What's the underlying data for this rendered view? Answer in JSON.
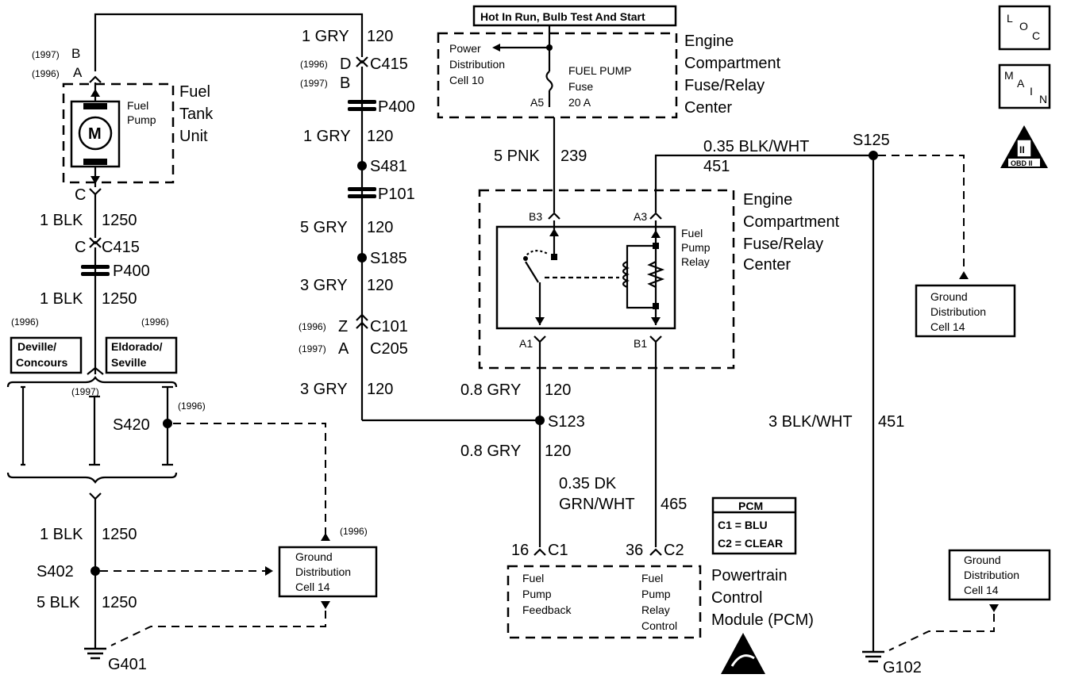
{
  "labels": {
    "hot_in_run": "Hot In Run, Bulb Test And Start",
    "power_dist_1": "Power",
    "power_dist_2": "Distribution",
    "power_dist_3": "Cell 10",
    "fuse_1": "FUEL PUMP",
    "fuse_2": "Fuse",
    "fuse_3": "20 A",
    "fuse_pin": "A5",
    "ecf_top_1": "Engine",
    "ecf_top_2": "Compartment",
    "ecf_top_3": "Fuse/Relay",
    "ecf_top_4": "Center",
    "ecf_mid_1": "Engine",
    "ecf_mid_2": "Compartment",
    "ecf_mid_3": "Fuse/Relay",
    "ecf_mid_4": "Center",
    "loc_l": "L",
    "loc_o": "O",
    "loc_c": "C",
    "main_m": "M",
    "main_a": "A",
    "main_i": "I",
    "main_n": "N",
    "obd_num": "II",
    "obd_txt": "OBD II",
    "yr1997_b": "(1997)",
    "pin_b_top": "B",
    "yr1996_a": "(1996)",
    "pin_a_top": "A",
    "fuel_pump_1": "Fuel",
    "fuel_pump_2": "Pump",
    "motor": "M",
    "ftu_1": "Fuel",
    "ftu_2": "Tank",
    "ftu_3": "Unit",
    "pin_c": "C",
    "w_1blk_1250_a": "1 BLK",
    "c_1250_a": "1250",
    "c_c415_pin": "C",
    "c_c415": "C415",
    "p400_l": "P400",
    "w_1blk_1250_b": "1 BLK",
    "c_1250_b": "1250",
    "yr1996_l": "(1996)",
    "yr1996_r": "(1996)",
    "deville_1": "Deville/",
    "deville_2": "Concours",
    "eldorado_1": "Eldorado/",
    "eldorado_2": "Seville",
    "yr1997_mid": "(1997)",
    "s420": "S420",
    "yr1996_s420": "(1996)",
    "w_1blk_1250_c": "1 BLK",
    "c_1250_c": "1250",
    "s402": "S402",
    "w_5blk_1250": "5 BLK",
    "c_1250_d": "1250",
    "g401": "G401",
    "gd_l_1": "Ground",
    "gd_l_2": "Distribution",
    "gd_l_3": "Cell 14",
    "yr1996_gd": "(1996)",
    "w_1gry_120": "1 GRY",
    "c_120_a": "120",
    "yr1996_d": "(1996)",
    "pin_d": "D",
    "c415_b": "C415",
    "yr1997_bb": "(1997)",
    "pin_b_mid": "B",
    "p400_m": "P400",
    "w_1gry_120_b": "1 GRY",
    "c_120_b": "120",
    "s481": "S481",
    "p101": "P101",
    "w_5gry_120": "5 GRY",
    "c_120_c": "120",
    "s185": "S185",
    "w_3gry_120": "3 GRY",
    "c_120_d": "120",
    "yr1996_z": "(1996)",
    "pin_z": "Z",
    "c101": "C101",
    "yr1997_aa": "(1997)",
    "pin_a_mid": "A",
    "c205": "C205",
    "w_3gry_120_b": "3 GRY",
    "c_120_e": "120",
    "w_5pnk": "5 PNK",
    "c_239": "239",
    "pin_b3": "B3",
    "pin_a3": "A3",
    "relay_1": "Fuel",
    "relay_2": "Pump",
    "relay_3": "Relay",
    "pin_a1": "A1",
    "pin_b1": "B1",
    "w_08gry_a": "0.8 GRY",
    "c_120_f": "120",
    "s123": "S123",
    "w_08gry_b": "0.8 GRY",
    "c_120_g": "120",
    "w_035dk_1": "0.35 DK",
    "w_035dk_2": "GRN/WHT",
    "c_465": "465",
    "pcm_box_t": "PCM",
    "pcm_box_1": "C1 = BLU",
    "pcm_box_2": "C2 = CLEAR",
    "pin_16": "16",
    "c1": "C1",
    "pin_36": "36",
    "c2": "C2",
    "pcm_fb_1": "Fuel",
    "pcm_fb_2": "Pump",
    "pcm_fb_3": "Feedback",
    "pcm_rc_1": "Fuel",
    "pcm_rc_2": "Pump",
    "pcm_rc_3": "Relay",
    "pcm_rc_4": "Control",
    "pcm_name_1": "Powertrain",
    "pcm_name_2": "Control",
    "pcm_name_3": "Module (PCM)",
    "w_035blk": "0.35 BLK/WHT",
    "c_451_a": "451",
    "s125": "S125",
    "gd_r1_1": "Ground",
    "gd_r1_2": "Distribution",
    "gd_r1_3": "Cell 14",
    "w_3blk": "3 BLK/WHT",
    "c_451_b": "451",
    "gd_r2_1": "Ground",
    "gd_r2_2": "Distribution",
    "gd_r2_3": "Cell 14",
    "g102": "G102"
  }
}
